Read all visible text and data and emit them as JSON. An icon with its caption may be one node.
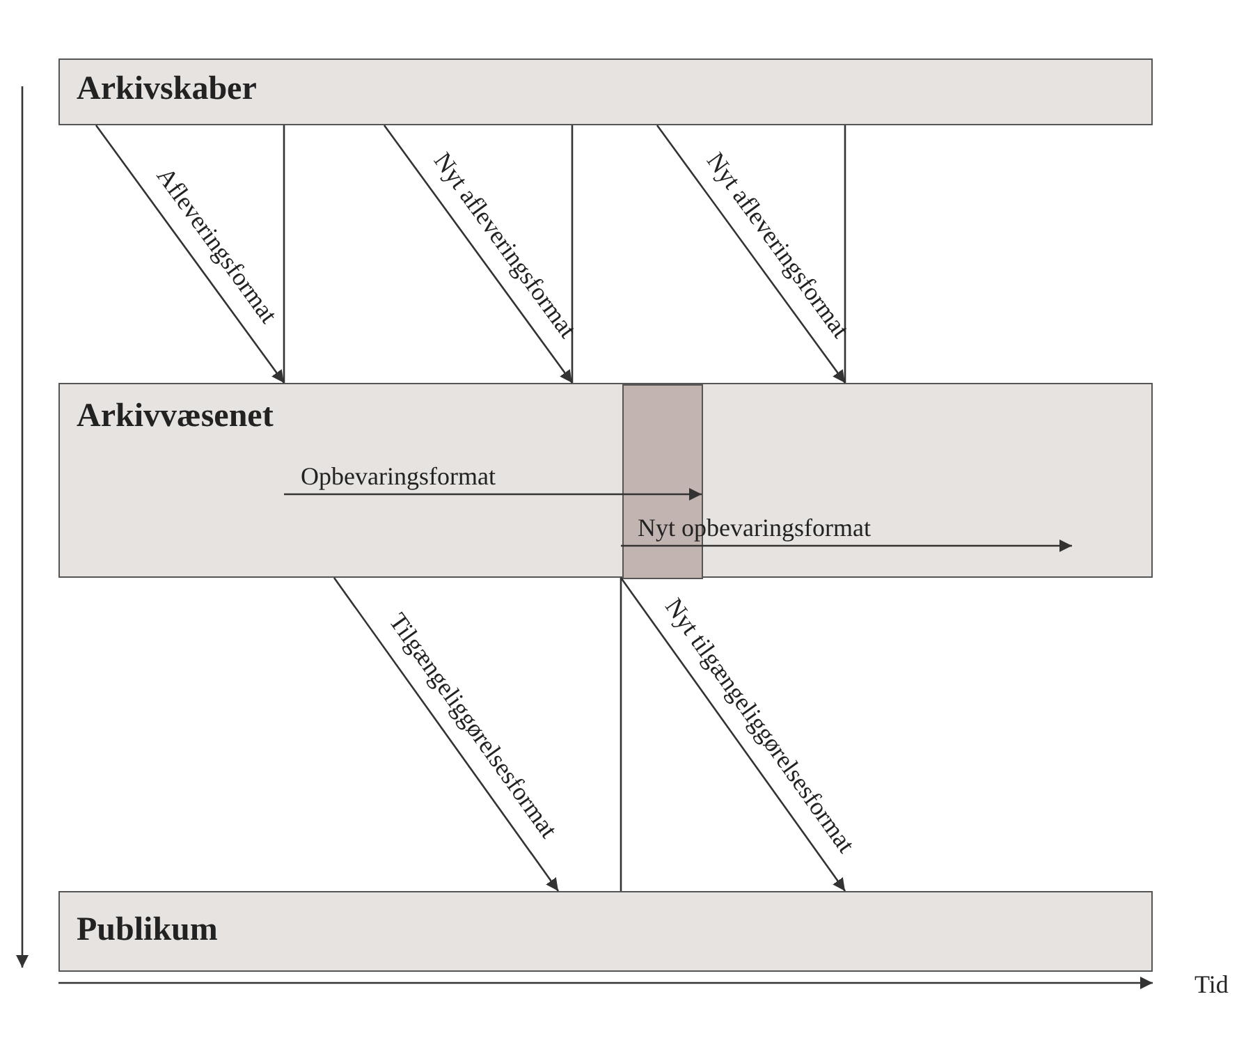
{
  "diagram": {
    "nodes": [
      {
        "text": [
          "Arkivskaber"
        ]
      },
      {
        "text": [
          "Arkivvæsenet"
        ]
      },
      {
        "text": [],
        "shape": "box",
        "in": 1
      },
      {
        "text": [
          "Publikum"
        ]
      }
    ],
    "edges": [
      {
        "from": 0,
        "to": 1,
        "arrow": "none"
      },
      {
        "from": 0,
        "to": 1,
        "arrow": "none"
      },
      {
        "from": 0,
        "to": 1,
        "arrow": "none"
      },
      {
        "from": 0,
        "to": 1,
        "arrow": "to",
        "label": "Afleveringsformat"
      },
      {
        "from": 0,
        "to": 1,
        "arrow": "to",
        "label": "Nyt afleveringsformat"
      },
      {
        "from": 0,
        "to": 1,
        "arrow": "to",
        "label": "Nyt afleveringsformat"
      },
      {
        "from": null,
        "to": 2,
        "arrow": "to",
        "label": "Opbevaringsformat"
      },
      {
        "from": 2,
        "to": null,
        "arrow": "to",
        "label": "Nyt opbevaringsformat"
      },
      {
        "from": 1,
        "to": 3,
        "arrow": "none"
      },
      {
        "from": 1,
        "to": 3,
        "arrow": "to",
        "label": "Tilgængeliggørelsesformat"
      },
      {
        "from": 1,
        "to": 3,
        "arrow": "to",
        "label": "Nyt tilgængeliggørelsesformat"
      }
    ],
    "labels": [
      "Tid"
    ]
  }
}
